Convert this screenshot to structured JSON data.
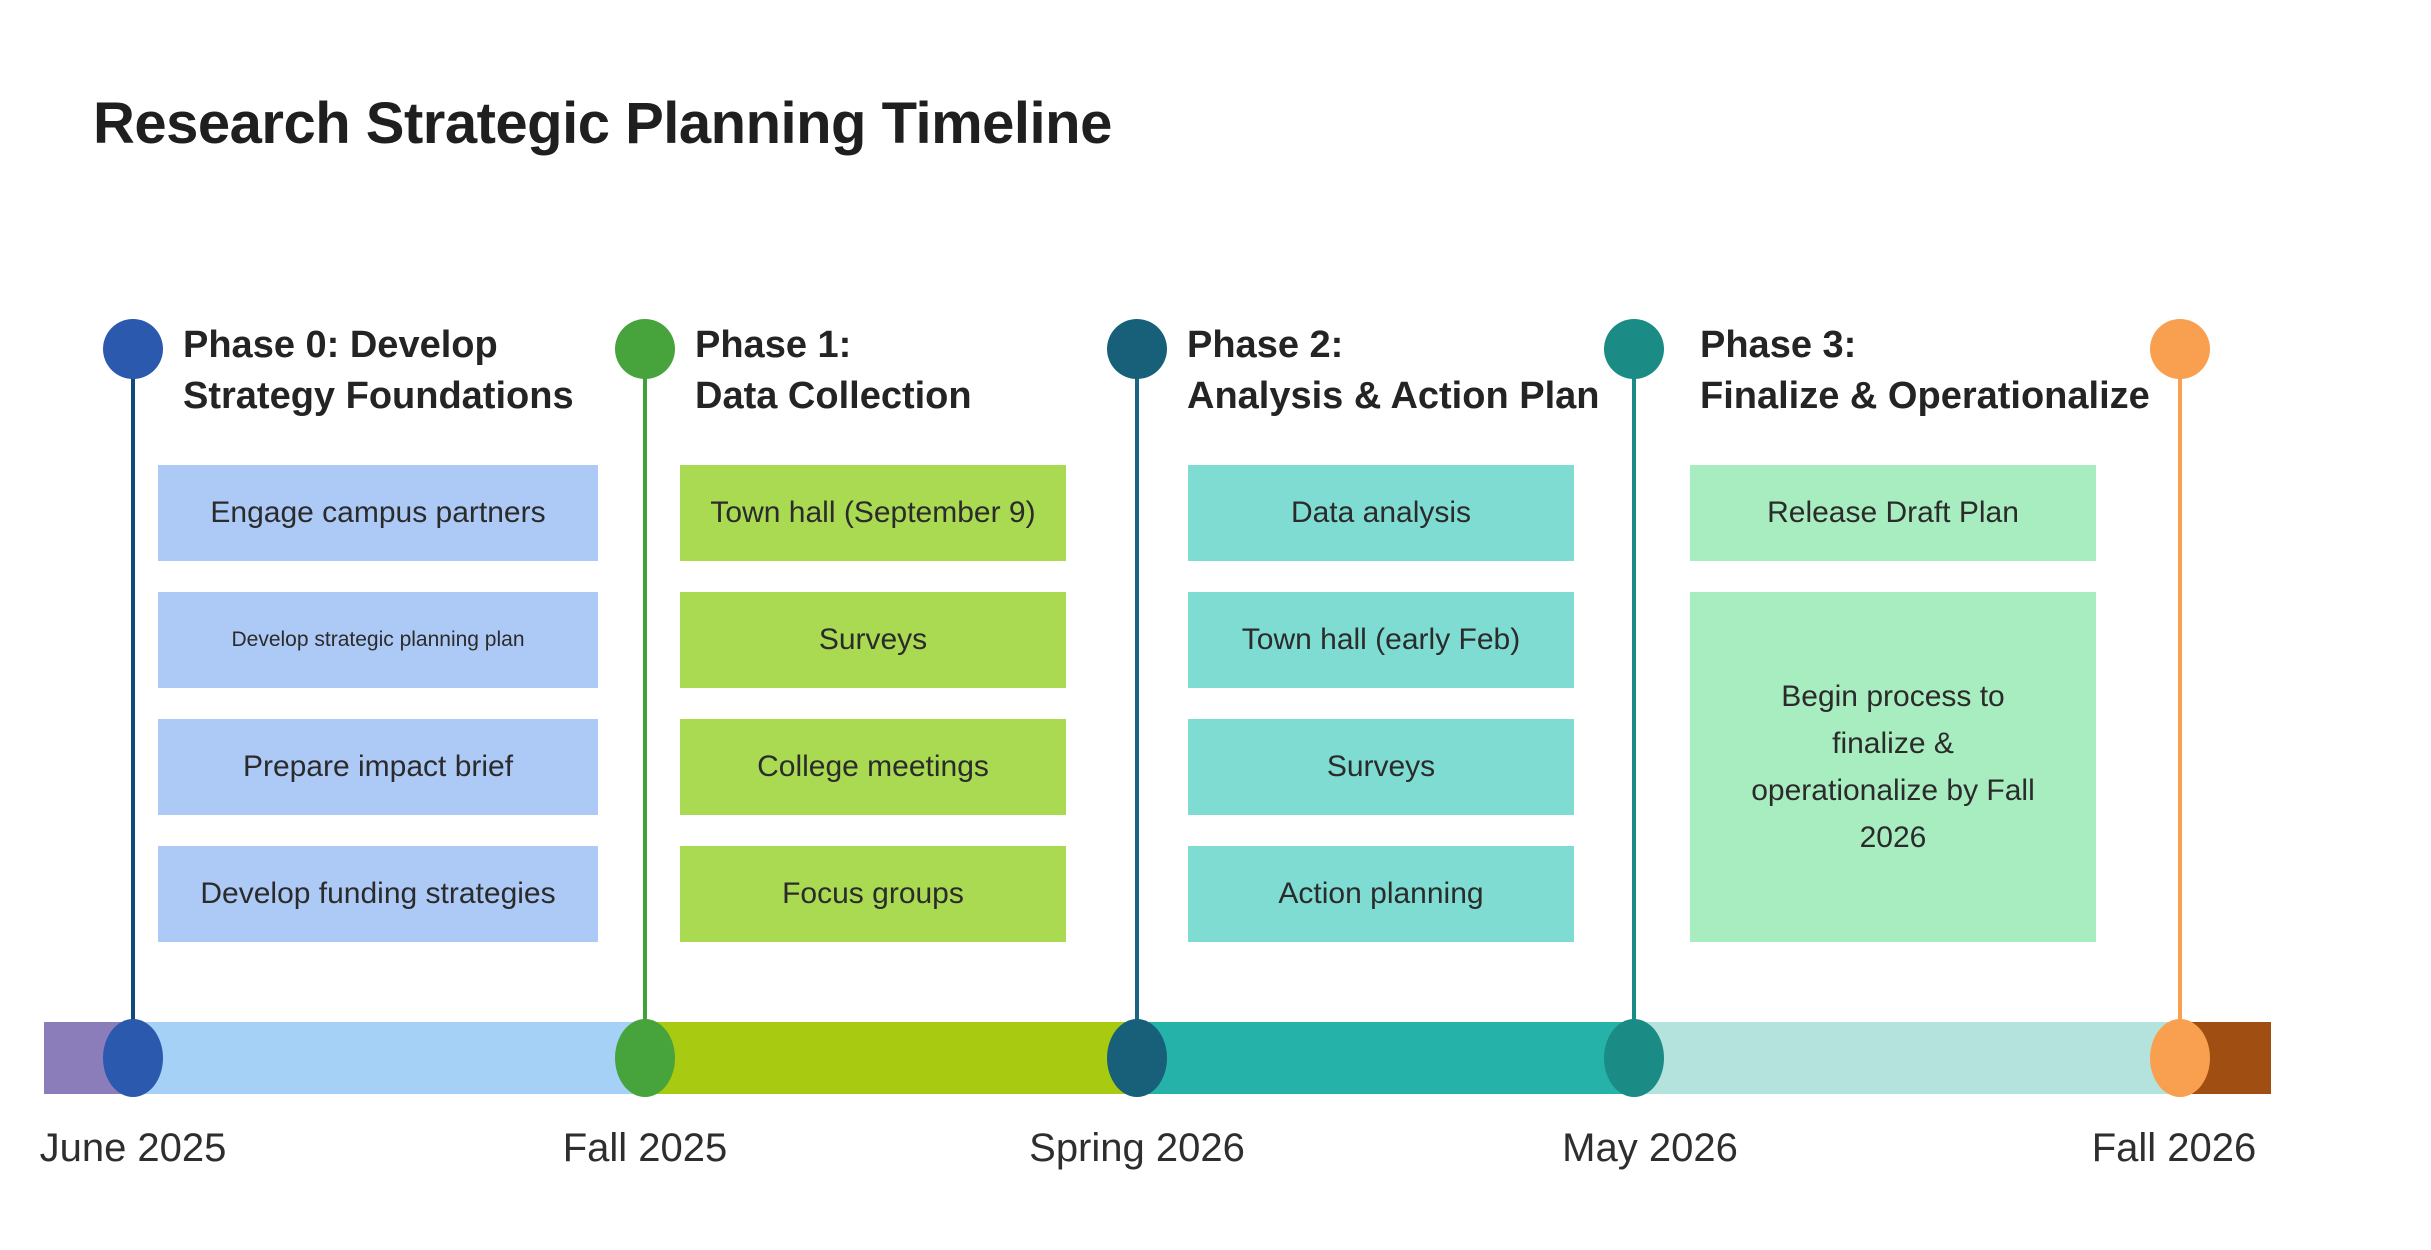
{
  "title": "Research Strategic Planning Timeline",
  "phases": [
    {
      "name": "phase-0",
      "title_line1": "Phase 0: Develop",
      "title_line2": "Strategy Foundations",
      "dot_color": "#2b59ae",
      "line_color": "#11497a",
      "box_color": "#adcaf6",
      "tasks": [
        "Engage campus partners",
        "Develop strategic planning plan",
        "Prepare impact brief",
        "Develop funding strategies"
      ]
    },
    {
      "name": "phase-1",
      "title_line1": "Phase 1:",
      "title_line2": "Data Collection",
      "dot_color": "#47a33c",
      "line_color": "#3fa13a",
      "box_color": "#a9da52",
      "tasks": [
        "Town hall (September 9)",
        "Surveys",
        "College meetings",
        "Focus groups"
      ]
    },
    {
      "name": "phase-2",
      "title_line1": "Phase 2:",
      "title_line2": "Analysis & Action Plan",
      "dot_color": "#186079",
      "line_color": "#1c6484",
      "box_color": "#7edcd2",
      "tasks": [
        "Data analysis",
        "Town hall (early Feb)",
        "Surveys",
        "Action planning"
      ]
    },
    {
      "name": "phase-3",
      "title_line1": "Phase 3:",
      "title_line2": "Finalize & Operationalize",
      "dot_color": "#1b8b85",
      "line_color": "#1b8b85",
      "box_color": "#a8edc0",
      "tasks": [
        "Release Draft Plan",
        "Begin process to finalize & operationalize by Fall 2026"
      ]
    }
  ],
  "end_marker": {
    "dot_color": "#f9a050",
    "line_color": "#f9a050"
  },
  "timeline": {
    "milestones": [
      {
        "label": "June 2025",
        "dot_color": "#2b59ae"
      },
      {
        "label": "Fall 2025",
        "dot_color": "#47a33c"
      },
      {
        "label": "Spring 2026",
        "dot_color": "#186079"
      },
      {
        "label": "May 2026",
        "dot_color": "#1b8b85"
      },
      {
        "label": "Fall 2026",
        "dot_color": "#f9a050"
      }
    ],
    "segments": [
      {
        "name": "before-june-2025",
        "color": "#8b7cba"
      },
      {
        "name": "june-2025-to-fall-2025",
        "color": "#a5d1f7"
      },
      {
        "name": "fall-2025-to-spring-2026",
        "color": "#a8ca10"
      },
      {
        "name": "spring-2026-to-may-2026",
        "color": "#25b2a8"
      },
      {
        "name": "may-2026-to-fall-2026",
        "color": "#b4e2dd"
      },
      {
        "name": "after-fall-2026",
        "color": "#a04e11"
      }
    ]
  }
}
